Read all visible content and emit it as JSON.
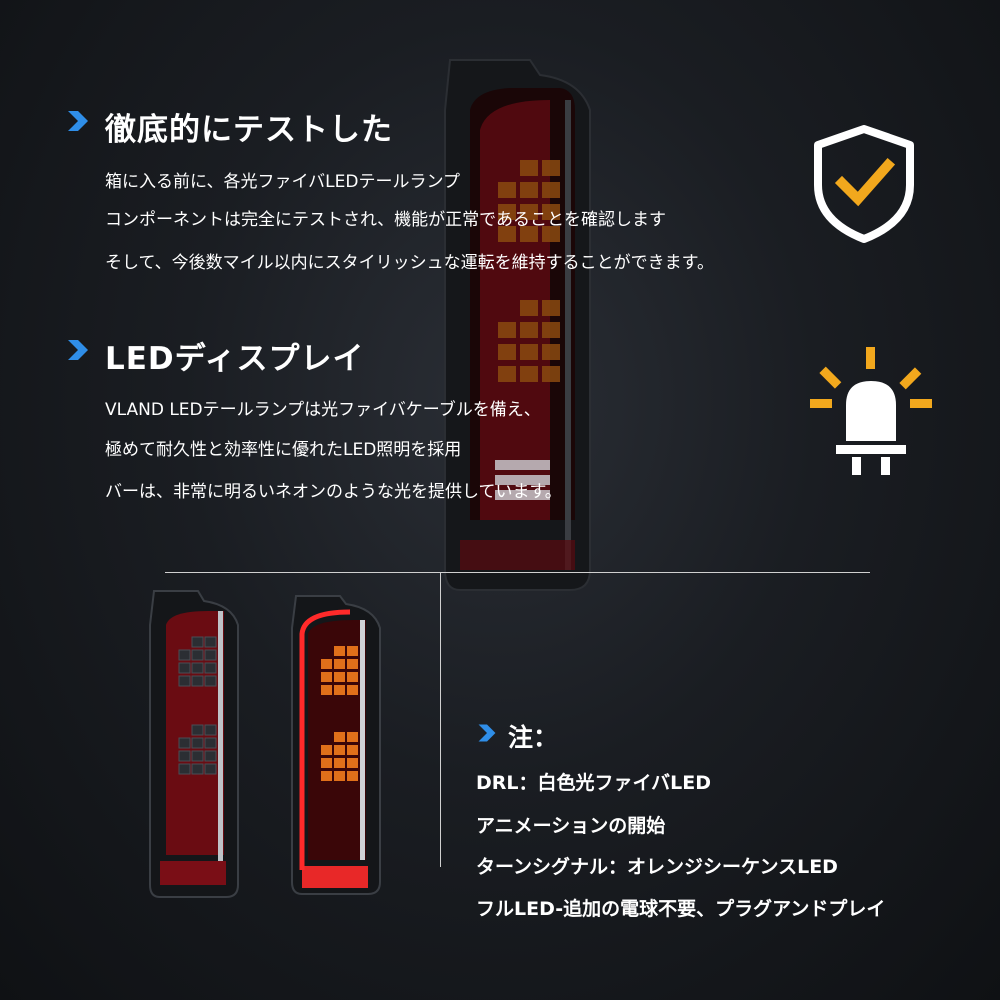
{
  "section1": {
    "heading": "徹底的にテストした",
    "lines": [
      "箱に入る前に、各光ファイバLEDテールランプ",
      "コンポーネントは完全にテストされ、機能が正常であることを確認します",
      "そして、今後数マイル以内にスタイリッシュな運転を維持することができます。"
    ]
  },
  "section2": {
    "heading": "LEDディスプレイ",
    "lines": [
      "VLAND LEDテールランプは光ファイバケーブルを備え、",
      "極めて耐久性と効率性に優れたLED照明を採用",
      "バーは、非常に明るいネオンのような光を提供しています。"
    ]
  },
  "notes": {
    "heading": "注：",
    "lines": [
      "DRL：白色光ファイバLED",
      "アニメーションの開始",
      "ターンシグナル：オレンジシーケンスLED",
      "フルLED-追加の電球不要、プラグアンドプレイ"
    ]
  },
  "icons": {
    "chevron": "chevron-right-icon",
    "shield": "shield-check-icon",
    "bulb": "led-bulb-icon"
  },
  "colors": {
    "accent_blue": "#2f8ee8",
    "accent_orange": "#f2a81d",
    "lamp_red": "#c0141c",
    "lamp_orange": "#e0701a"
  }
}
